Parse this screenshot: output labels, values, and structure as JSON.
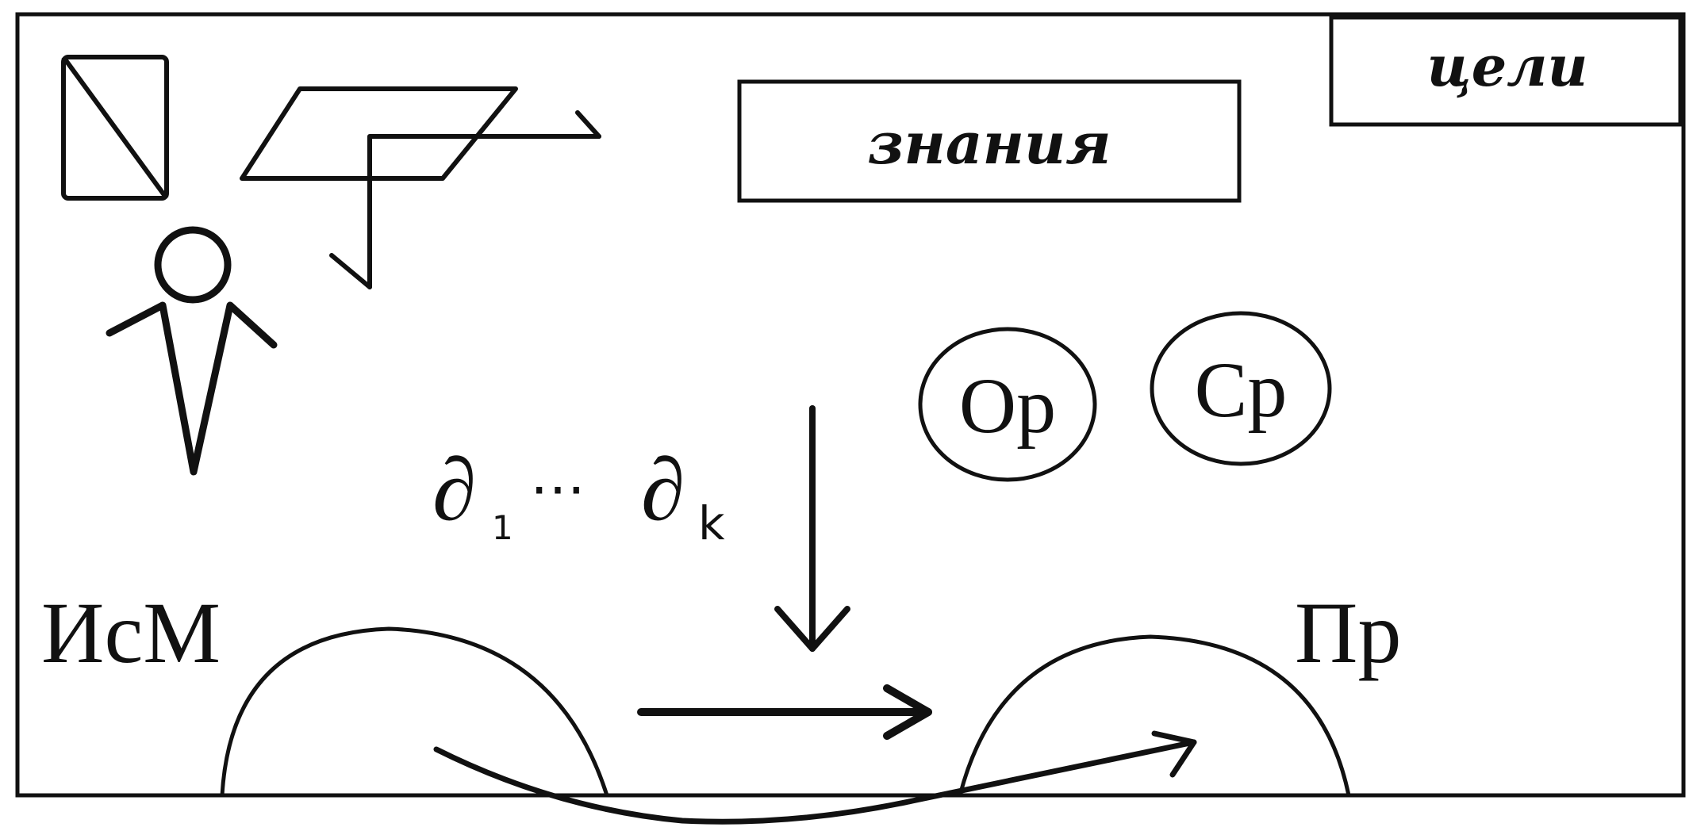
{
  "diagram": {
    "goals_label": "цели",
    "knowledge_label": "знания",
    "op_label": "Op",
    "sr_label": "Cp",
    "ism_label": "ИсМ",
    "pr_label": "Пр",
    "partial_first_symbol": "∂",
    "partial_first_index": "1",
    "ellipsis": "⋯",
    "partial_last_symbol": "∂",
    "partial_last_index": "k"
  },
  "colors": {
    "ink": "#111111",
    "paper": "#ffffff"
  }
}
